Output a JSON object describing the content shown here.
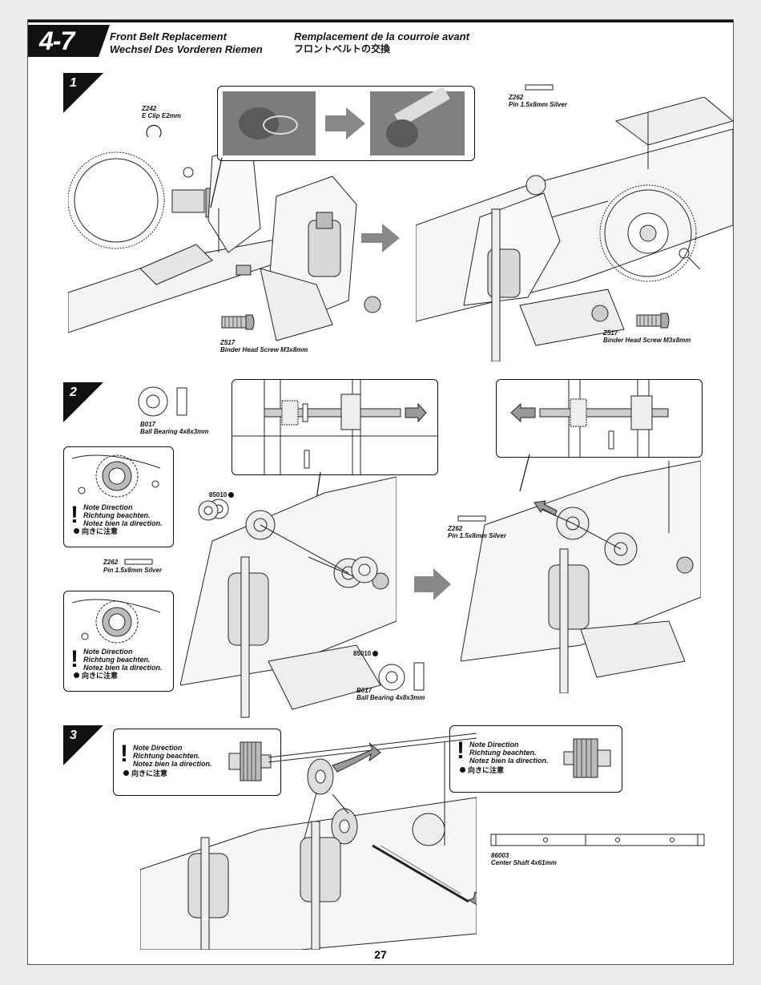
{
  "header": {
    "section": "4-7",
    "title_en": "Front Belt Replacement",
    "title_de": "Wechsel Des Vorderen Riemen",
    "title_fr": "Remplacement de la courroie avant",
    "title_jp": "フロントベルトの交換"
  },
  "steps": [
    {
      "num": "1"
    },
    {
      "num": "2"
    },
    {
      "num": "3"
    }
  ],
  "parts": {
    "z242_code": "Z242",
    "z242_name": "E Clip E2mm",
    "z517_code": "Z517",
    "z517_name": "Binder Head Screw M3x8mm",
    "z262_code": "Z262",
    "z262_name_a": "Pin 1.5x8mm Silver",
    "z262_name_b": "Pin 1.5x8mm Silver",
    "b017_code": "B017",
    "b017_name": "Ball Bearing 4x8x3mm",
    "p85010_a": "85010",
    "p85010_b": "85010",
    "p86003_code": "86003",
    "p86003_name": "Center Shaft 4x61mm"
  },
  "note": {
    "line1": "Note Direction",
    "line2": "Richtung beachten.",
    "line3": "Notez bien la direction.",
    "line4": "向きに注意"
  },
  "page_number": "27"
}
